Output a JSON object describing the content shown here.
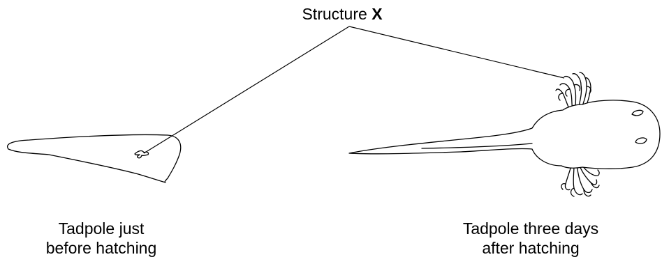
{
  "labels": {
    "structure_prefix": "Structure ",
    "structure_letter": "X",
    "left_caption_line1": "Tadpole just",
    "left_caption_line2": "before hatching",
    "right_caption_line1": "Tadpole three days",
    "right_caption_line2": "after hatching"
  }
}
